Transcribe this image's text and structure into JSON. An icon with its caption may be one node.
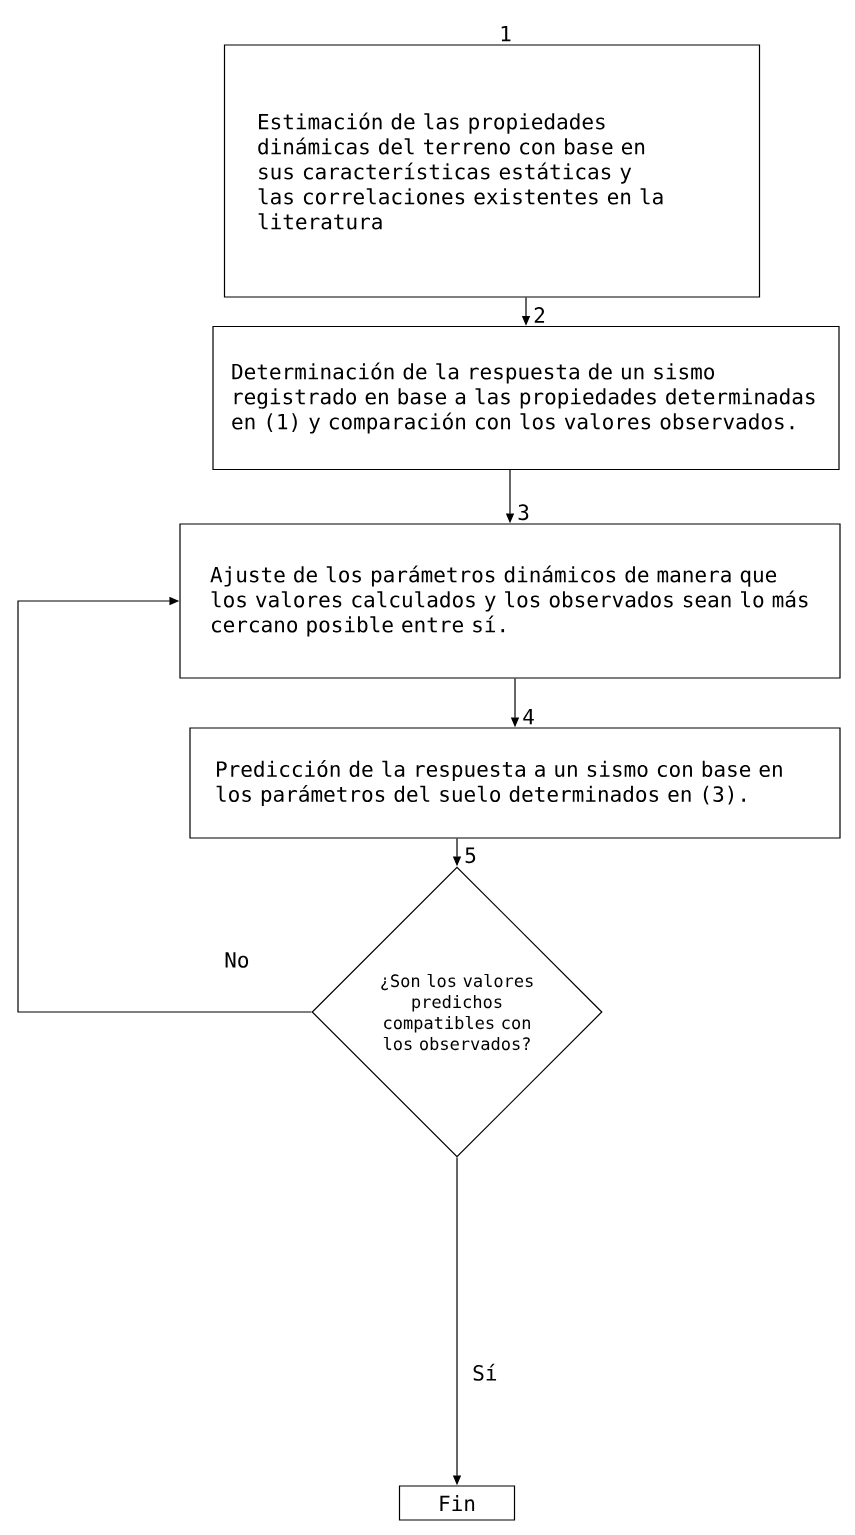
{
  "diagram": {
    "nodes": [
      {
        "text": [
          "1",
          "Estimación de las propiedades dinámicas del terreno con base en sus características estáticas y las correlaciones existentes en la literatura"
        ]
      },
      {
        "text": [
          "2",
          "Determinación de la respuesta de un sismo registrado en base a las propiedades determinadas en (1) y comparación con los valores observados."
        ]
      },
      {
        "text": [
          "3",
          "Ajuste de los parámetros dinámicos de manera que los valores calculados y los observados sean lo más cercano posible entre sí."
        ]
      },
      {
        "text": [
          "4",
          "Predicción de la respuesta a un sismo con base en los parámetros del suelo determinados en (3)."
        ]
      },
      {
        "text": [
          "5",
          "¿Son los valores predichos compatibles con los observados?"
        ]
      },
      {
        "text": [
          "Fin"
        ]
      }
    ],
    "edges": [
      {
        "from": 0,
        "to": 1,
        "arrow": "to"
      },
      {
        "from": 1,
        "to": 2,
        "arrow": "to"
      },
      {
        "from": 2,
        "to": 3,
        "arrow": "to"
      },
      {
        "from": 3,
        "to": 4,
        "arrow": "to"
      },
      {
        "from": 4,
        "to": 2,
        "arrow": "to",
        "label": "No"
      },
      {
        "from": 4,
        "to": 5,
        "arrow": "to",
        "label": "Sí"
      }
    ]
  }
}
